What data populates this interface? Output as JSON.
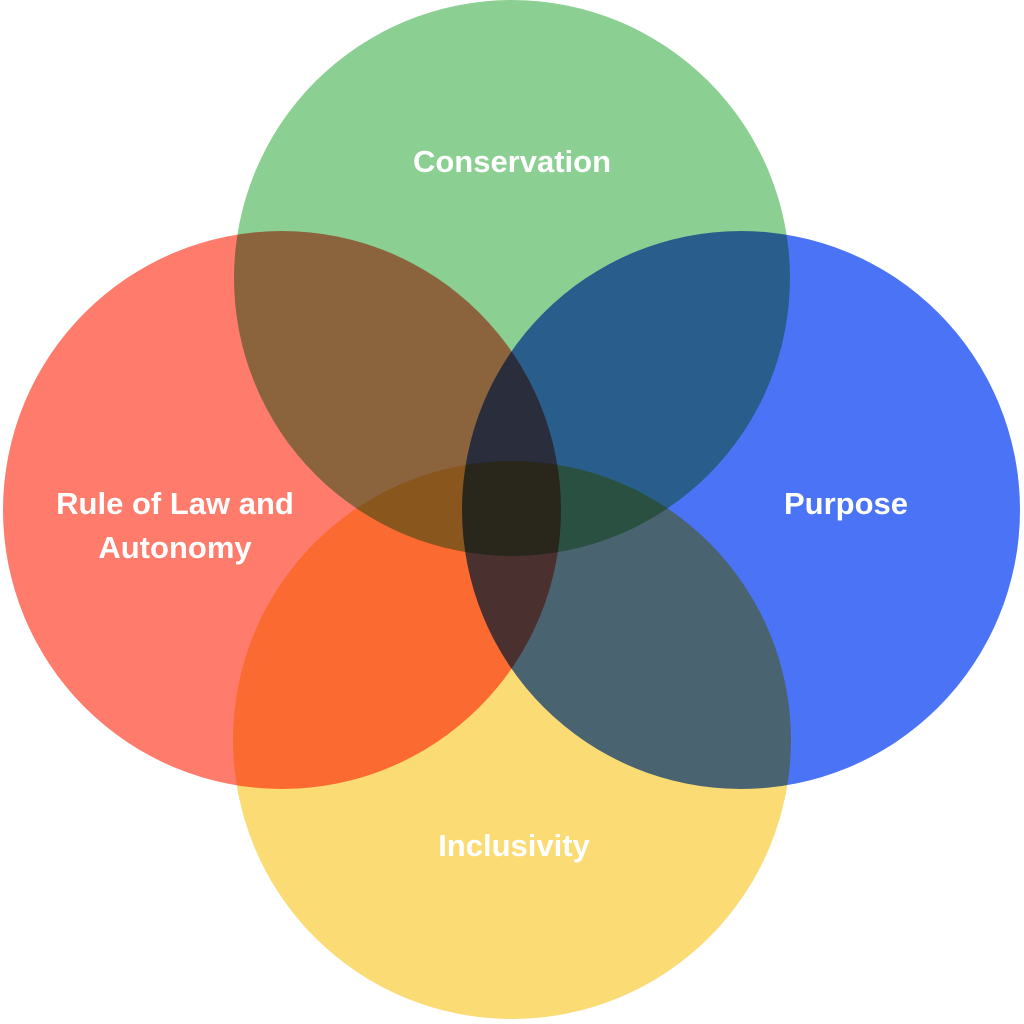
{
  "diagram": {
    "type": "venn",
    "sets": [
      {
        "id": "conservation",
        "label": "Conservation",
        "color": "#8BCF92"
      },
      {
        "id": "rule-of-law",
        "label": "Rule of Law and Autonomy",
        "label_lines": [
          "Rule of Law and",
          "Autonomy"
        ],
        "color": "#FF7B6B"
      },
      {
        "id": "purpose",
        "label": "Purpose",
        "color": "#4B73F5"
      },
      {
        "id": "inclusivity",
        "label": "Inclusivity",
        "color": "#FBDB74"
      }
    ]
  }
}
